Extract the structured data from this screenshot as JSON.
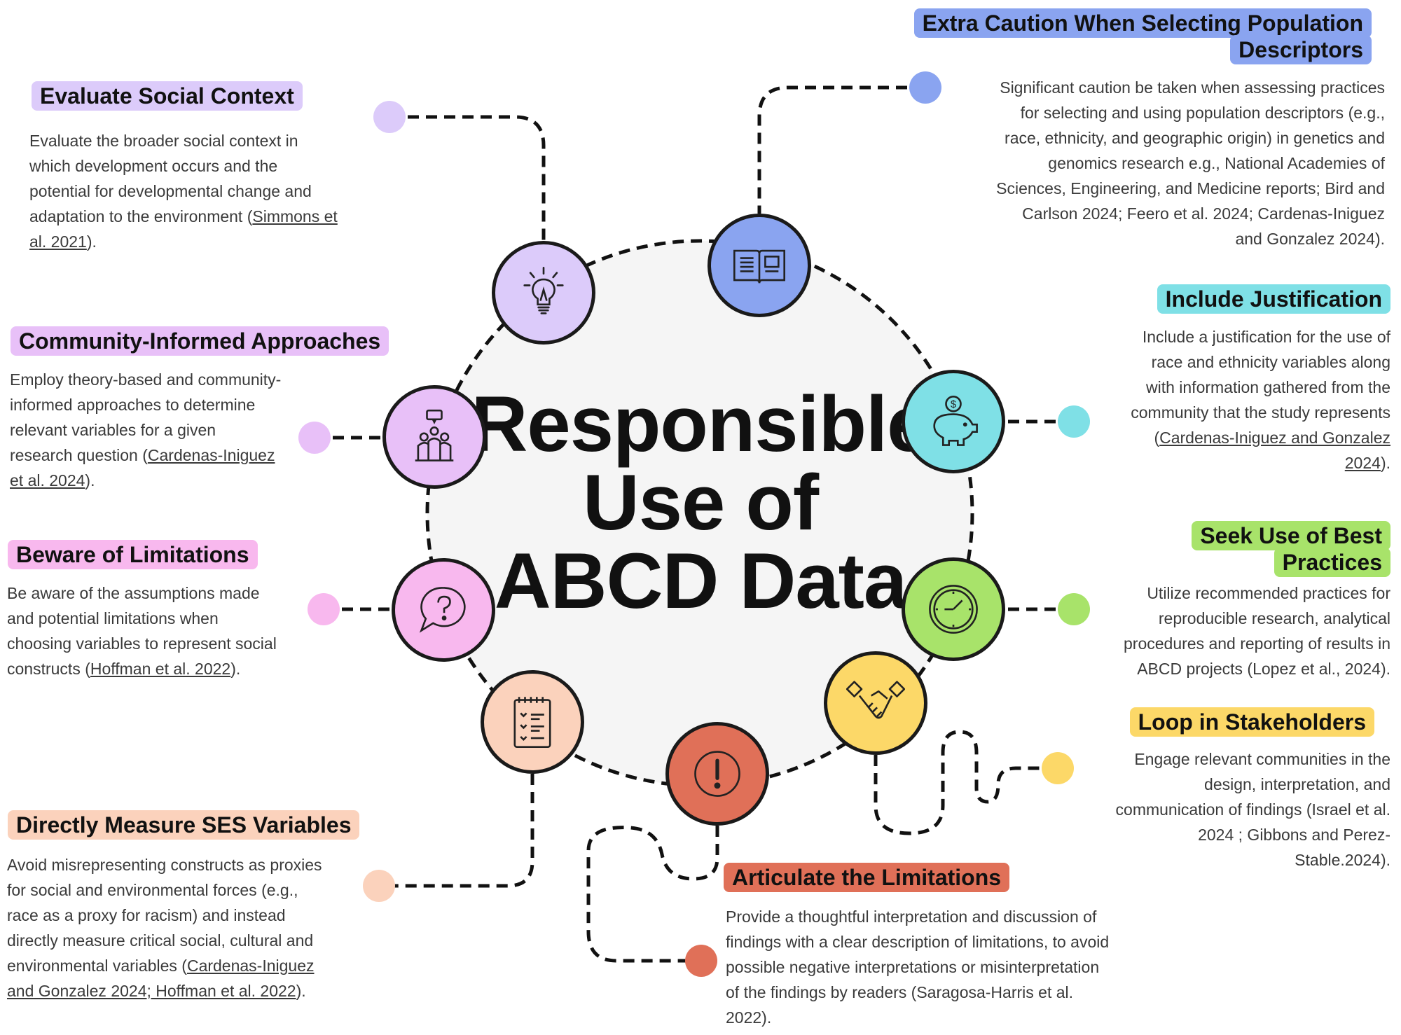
{
  "title": {
    "line1": "Responsible",
    "line2": "Use of",
    "line3": "ABCD Data"
  },
  "colors": {
    "lavender": "#dccbfa",
    "blue": "#8aa4f0",
    "lilac": "#e8c0f8",
    "cyan": "#7fe0e6",
    "pink": "#f8b8ee",
    "green": "#a8e36a",
    "yellow": "#fcd868",
    "peach": "#fbd2bc",
    "red": "#e07058",
    "center": "#f5f5f5"
  },
  "sections": {
    "evaluate": {
      "header": "Evaluate Social Context",
      "icon": "lightbulb-icon",
      "lines": [
        {
          "t": "Evaluate the broader social context in"
        },
        {
          "t": "which development occurs and the"
        },
        {
          "t": "potential for developmental change and"
        },
        {
          "t": "adaptation to the environment (",
          "u": "Simmons et"
        },
        {
          "u": "al. 2021",
          "a": ")."
        }
      ]
    },
    "community": {
      "header": "Community-Informed Approaches",
      "icon": "community-icon",
      "lines": [
        {
          "t": "Employ theory-based and community-"
        },
        {
          "t": "informed approaches to determine"
        },
        {
          "t": "relevant variables for a given"
        },
        {
          "t": "research question (",
          "u": "Cardenas-Iniguez"
        },
        {
          "u": "et al. 2024",
          "a": ")."
        }
      ]
    },
    "beware": {
      "header": "Beware of Limitations",
      "icon": "question-bubble-icon",
      "lines": [
        {
          "t": "Be aware of the assumptions made"
        },
        {
          "t": "and potential limitations when"
        },
        {
          "t": "choosing variables to represent social"
        },
        {
          "t": "constructs (",
          "u": "Hoffman et al. 2022",
          "a": ")."
        }
      ]
    },
    "ses": {
      "header": "Directly Measure SES Variables",
      "icon": "checklist-icon",
      "lines": [
        {
          "t": "Avoid misrepresenting constructs as proxies"
        },
        {
          "t": "for social and environmental forces (e.g.,"
        },
        {
          "t": "race as a proxy for racism) and instead"
        },
        {
          "t": "directly measure critical social, cultural and"
        },
        {
          "t": "environmental variables (",
          "u": "Cardenas-Iniguez"
        },
        {
          "u": "and Gonzalez 2024; Hoffman et al. 2022",
          "a": ")."
        }
      ]
    },
    "caution": {
      "header1": "Extra Caution When Selecting Population",
      "header2": "Descriptors",
      "icon": "open-book-icon",
      "lines": [
        {
          "t": "Significant caution be taken when assessing practices"
        },
        {
          "t": "for selecting and using population descriptors (e.g.,"
        },
        {
          "t": "race, ethnicity, and geographic origin) in genetics and"
        },
        {
          "t": "genomics research e.g., National Academies of"
        },
        {
          "t": "Sciences, Engineering, and Medicine reports; Bird and"
        },
        {
          "t": "Carlson 2024; Feero et al. 2024; Cardenas-Iniguez"
        },
        {
          "t": "and Gonzalez 2024)."
        }
      ]
    },
    "justification": {
      "header": "Include Justification",
      "icon": "piggy-bank-icon",
      "lines": [
        {
          "t": "Include a justification for the use of"
        },
        {
          "t": "race and ethnicity variables along"
        },
        {
          "t": "with information gathered from the"
        },
        {
          "t": "community that the study represents"
        },
        {
          "t": "(",
          "u": "Cardenas-Iniguez and Gonzalez"
        },
        {
          "u": "2024",
          "a": ")."
        }
      ]
    },
    "best": {
      "header1": "Seek Use of Best",
      "header2": "Practices",
      "icon": "clock-icon",
      "lines": [
        {
          "t": "Utilize recommended practices for"
        },
        {
          "t": "reproducible research, analytical"
        },
        {
          "t": "procedures and reporting of results in"
        },
        {
          "t": "ABCD projects (Lopez et al., 2024)."
        }
      ]
    },
    "stakeholders": {
      "header": "Loop in Stakeholders",
      "icon": "handshake-icon",
      "lines": [
        {
          "t": "Engage relevant communities in the"
        },
        {
          "t": "design, interpretation, and"
        },
        {
          "t": "communication of findings (Israel et al."
        },
        {
          "t": "2024 ; Gibbons and Perez-"
        },
        {
          "t": "Stable.2024)."
        }
      ]
    },
    "articulate": {
      "header": "Articulate the Limitations",
      "icon": "exclamation-icon",
      "lines": [
        {
          "t": "Provide a thoughtful interpretation and discussion of"
        },
        {
          "t": "findings with a clear description of limitations, to avoid"
        },
        {
          "t": "possible negative interpretations or misinterpretation"
        },
        {
          "t": "of the findings by readers (Saragosa-Harris et al."
        },
        {
          "t": "2022)."
        }
      ]
    }
  }
}
